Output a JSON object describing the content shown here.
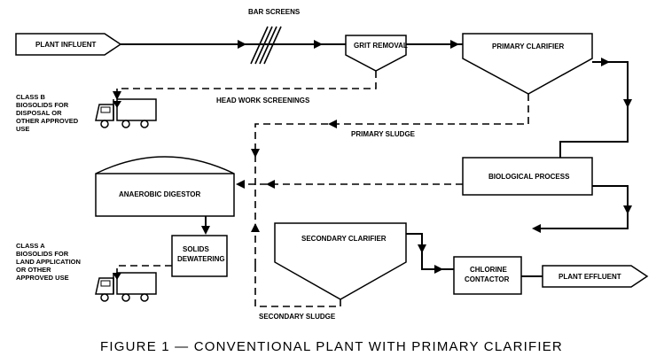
{
  "labels": {
    "plant_influent": "PLANT INFLUENT",
    "bar_screens": "BAR SCREENS",
    "grit_removal": "GRIT REMOVAL",
    "primary_clarifier": "PRIMARY CLARIFIER",
    "head_work_screenings": "HEAD WORK SCREENINGS",
    "primary_sludge": "PRIMARY SLUDGE",
    "biological_process": "BIOLOGICAL PROCESS",
    "anaerobic_digestor": "ANAEROBIC DIGESTOR",
    "secondary_clarifier": "SECONDARY CLARIFIER",
    "solids_dewatering": [
      "SOLIDS",
      "DEWATERING"
    ],
    "chlorine_contactor": [
      "CHLORINE",
      "CONTACTOR"
    ],
    "plant_effluent": "PLANT EFFLUENT",
    "secondary_sludge": "SECONDARY SLUDGE",
    "class_b": [
      "CLASS B",
      "BIOSOLIDS FOR",
      "DISPOSAL OR",
      "OTHER APPROVED",
      "USE"
    ],
    "class_a": [
      "CLASS A",
      "BIOSOLIDS FOR",
      "LAND APPLICATION",
      "OR OTHER",
      "APPROVED USE"
    ]
  },
  "caption": "FIGURE 1 — CONVENTIONAL PLANT WITH PRIMARY CLARIFIER",
  "icons": [
    "truck-icon-class-b",
    "truck-icon-class-a"
  ]
}
